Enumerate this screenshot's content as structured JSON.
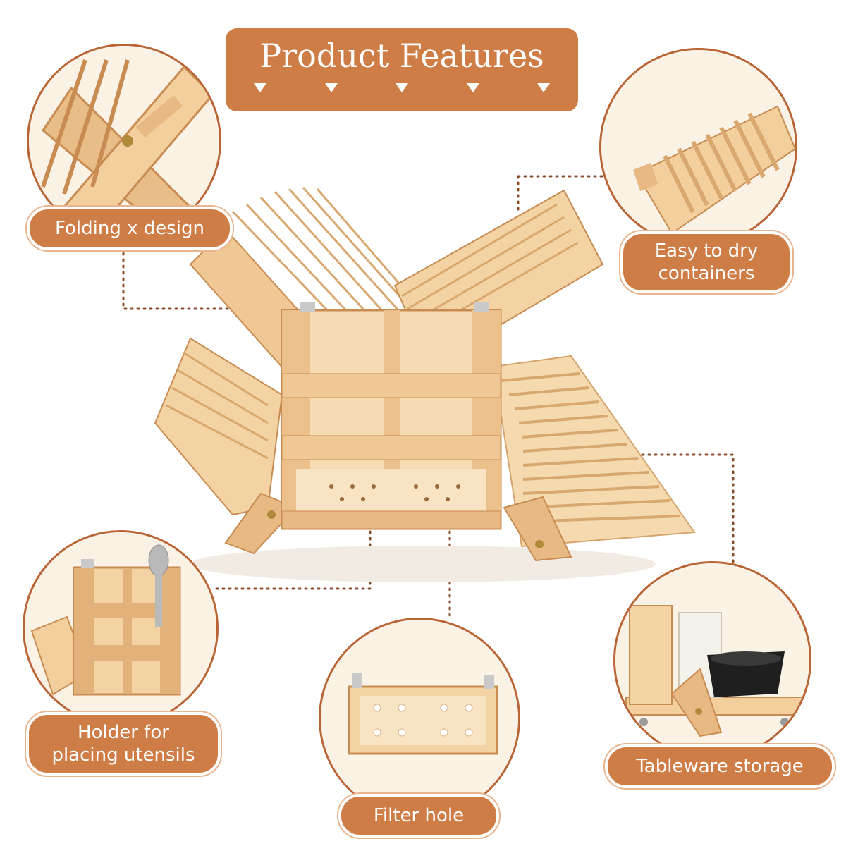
{
  "banner": {
    "title": "Product Features",
    "arrows": [
      "down-arrow-icon",
      "down-arrow-icon",
      "down-arrow-icon",
      "down-arrow-icon",
      "down-arrow-icon"
    ]
  },
  "features": {
    "folding": {
      "label": "Folding x design"
    },
    "dry": {
      "line1": "Easy to dry",
      "line2": "containers"
    },
    "holder": {
      "line1": "Holder for",
      "line2": "placing utensils"
    },
    "filter": {
      "label": "Filter hole"
    },
    "storage": {
      "label": "Tableware storage"
    }
  },
  "colors": {
    "accent": "#cf7d46",
    "circle_border": "#b86435",
    "wood_light": "#f3d3a3",
    "wood_mid": "#e2b27a",
    "wood_dark": "#c88c52",
    "dotted_line": "#8a4b2a"
  }
}
